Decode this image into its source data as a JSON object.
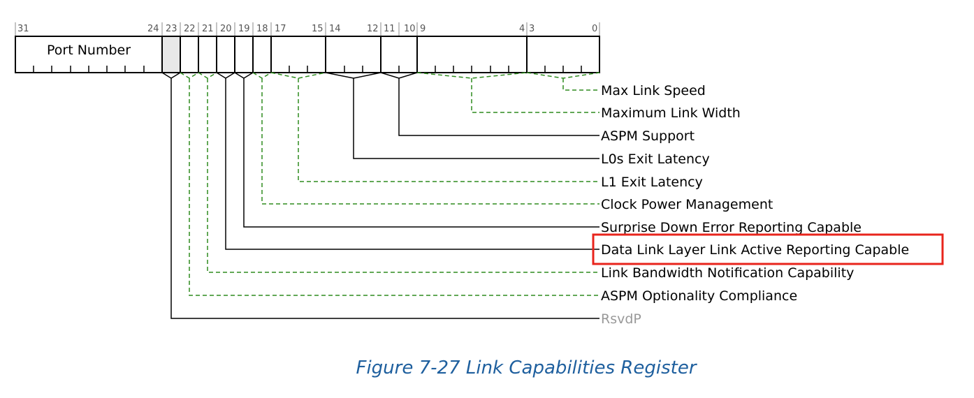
{
  "bit_numbers": [
    "31",
    "24",
    "23",
    "22",
    "21",
    "20",
    "19",
    "18",
    "17",
    "15",
    "14",
    "12",
    "11",
    "10",
    "9",
    "4",
    "3",
    "0"
  ],
  "register_fields": [
    {
      "label": "Port Number"
    }
  ],
  "field_descriptions": [
    {
      "label": "Max Link Speed",
      "style": "dashed"
    },
    {
      "label": "Maximum Link Width",
      "style": "dashed"
    },
    {
      "label": "ASPM Support",
      "style": "solid"
    },
    {
      "label": "L0s Exit Latency",
      "style": "solid"
    },
    {
      "label": "L1 Exit Latency",
      "style": "dashed"
    },
    {
      "label": "Clock Power Management",
      "style": "dashed"
    },
    {
      "label": "Surprise Down Error Reporting Capable",
      "style": "solid"
    },
    {
      "label": "Data Link Layer Link Active Reporting Capable",
      "style": "solid",
      "highlighted": true
    },
    {
      "label": "Link Bandwidth Notification Capability",
      "style": "dashed"
    },
    {
      "label": "ASPM Optionality Compliance",
      "style": "dashed"
    },
    {
      "label": "RsvdP",
      "style": "solid",
      "muted": true
    }
  ],
  "caption": "Figure  7-27  Link Capabilities Register",
  "colors": {
    "solid_line": "#000000",
    "dashed_line": "#2e8b1e",
    "reserved_fill": "#e8e8e8",
    "highlight_box": "#e8241c",
    "caption": "#1e5f9e",
    "muted_text": "#999999"
  }
}
